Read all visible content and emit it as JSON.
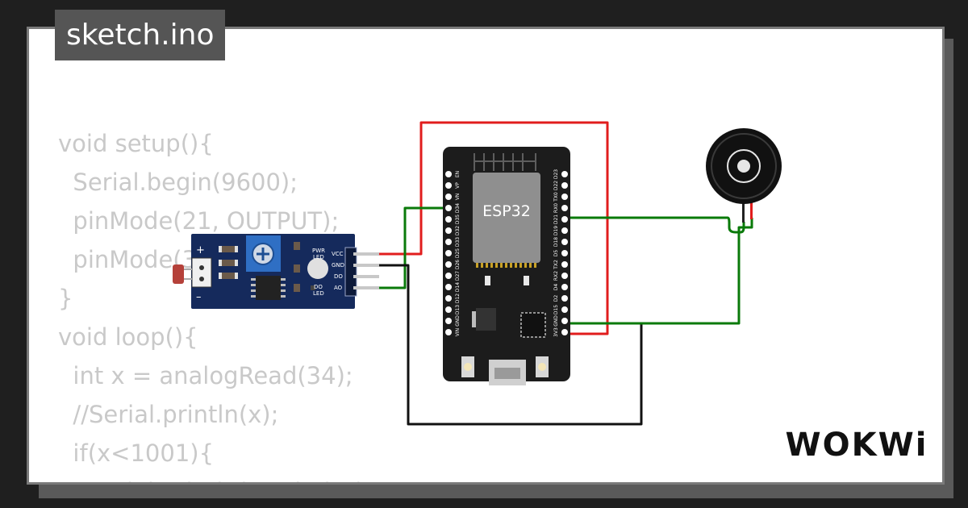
{
  "window": {
    "title": "sketch.ino"
  },
  "code_lines": [
    "void setup(){",
    "  Serial.begin(9600);",
    "  pinMode(21, OUTPUT);",
    "  pinMode(3",
    "}",
    "void loop(){",
    "  int x = analogRead(34);",
    "  //Serial.println(x);",
    "  if(x<1001){",
    "    Serial.println(\"mahalo\");"
  ],
  "board": {
    "label": "ESP32",
    "left_pins": [
      "EN",
      "VP",
      "VN",
      "D34",
      "D35",
      "D32",
      "D33",
      "D25",
      "D26",
      "D27",
      "D14",
      "D12",
      "D13",
      "GND",
      "VIN"
    ],
    "right_pins": [
      "D23",
      "D22",
      "TX0",
      "RX0",
      "D21",
      "D19",
      "D18",
      "D5",
      "TX2",
      "RX2",
      "D4",
      "D2",
      "D15",
      "GND",
      "3V3"
    ]
  },
  "sensor": {
    "pins": [
      "VCC",
      "GND",
      "DO",
      "AO"
    ],
    "pwr_led": [
      "PWR",
      "LED"
    ],
    "do_led": [
      "DO",
      "LED"
    ],
    "plus": "+",
    "minus": "–"
  },
  "brand": {
    "logo": "WOKWi"
  },
  "colors": {
    "red_wire": "#e11d1d",
    "green_wire": "#0a7a0a",
    "black_wire": "#111111",
    "board": "#1c1c1c",
    "chip": "#8f8f8f",
    "sensor_pcb": "#152a5c",
    "pot": "#2f6fc4"
  }
}
